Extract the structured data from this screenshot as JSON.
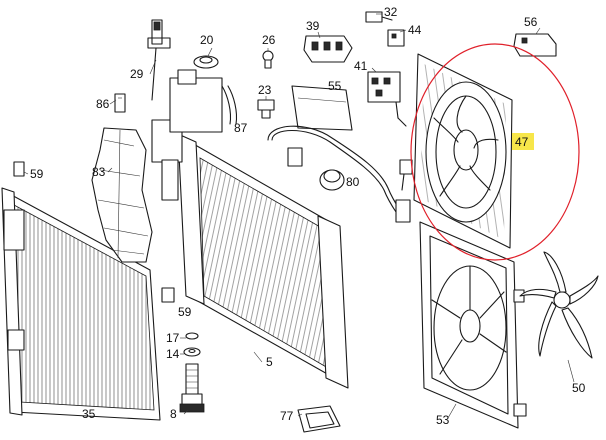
{
  "highlight": {
    "label": "47",
    "box_color": "#f7e64a",
    "circle_color": "#e0202a"
  },
  "labels": [
    {
      "id": "29",
      "text": "29"
    },
    {
      "id": "20",
      "text": "20"
    },
    {
      "id": "26",
      "text": "26"
    },
    {
      "id": "39",
      "text": "39"
    },
    {
      "id": "32",
      "text": "32"
    },
    {
      "id": "44",
      "text": "44"
    },
    {
      "id": "56",
      "text": "56"
    },
    {
      "id": "86",
      "text": "86"
    },
    {
      "id": "23",
      "text": "23"
    },
    {
      "id": "55",
      "text": "55"
    },
    {
      "id": "41",
      "text": "41"
    },
    {
      "id": "87",
      "text": "87"
    },
    {
      "id": "83",
      "text": "83"
    },
    {
      "id": "59a",
      "text": "59"
    },
    {
      "id": "80",
      "text": "80"
    },
    {
      "id": "59b",
      "text": "59"
    },
    {
      "id": "17",
      "text": "17"
    },
    {
      "id": "14",
      "text": "14"
    },
    {
      "id": "5",
      "text": "5"
    },
    {
      "id": "35",
      "text": "35"
    },
    {
      "id": "8",
      "text": "8"
    },
    {
      "id": "77",
      "text": "77"
    },
    {
      "id": "53",
      "text": "53"
    },
    {
      "id": "50",
      "text": "50"
    }
  ]
}
